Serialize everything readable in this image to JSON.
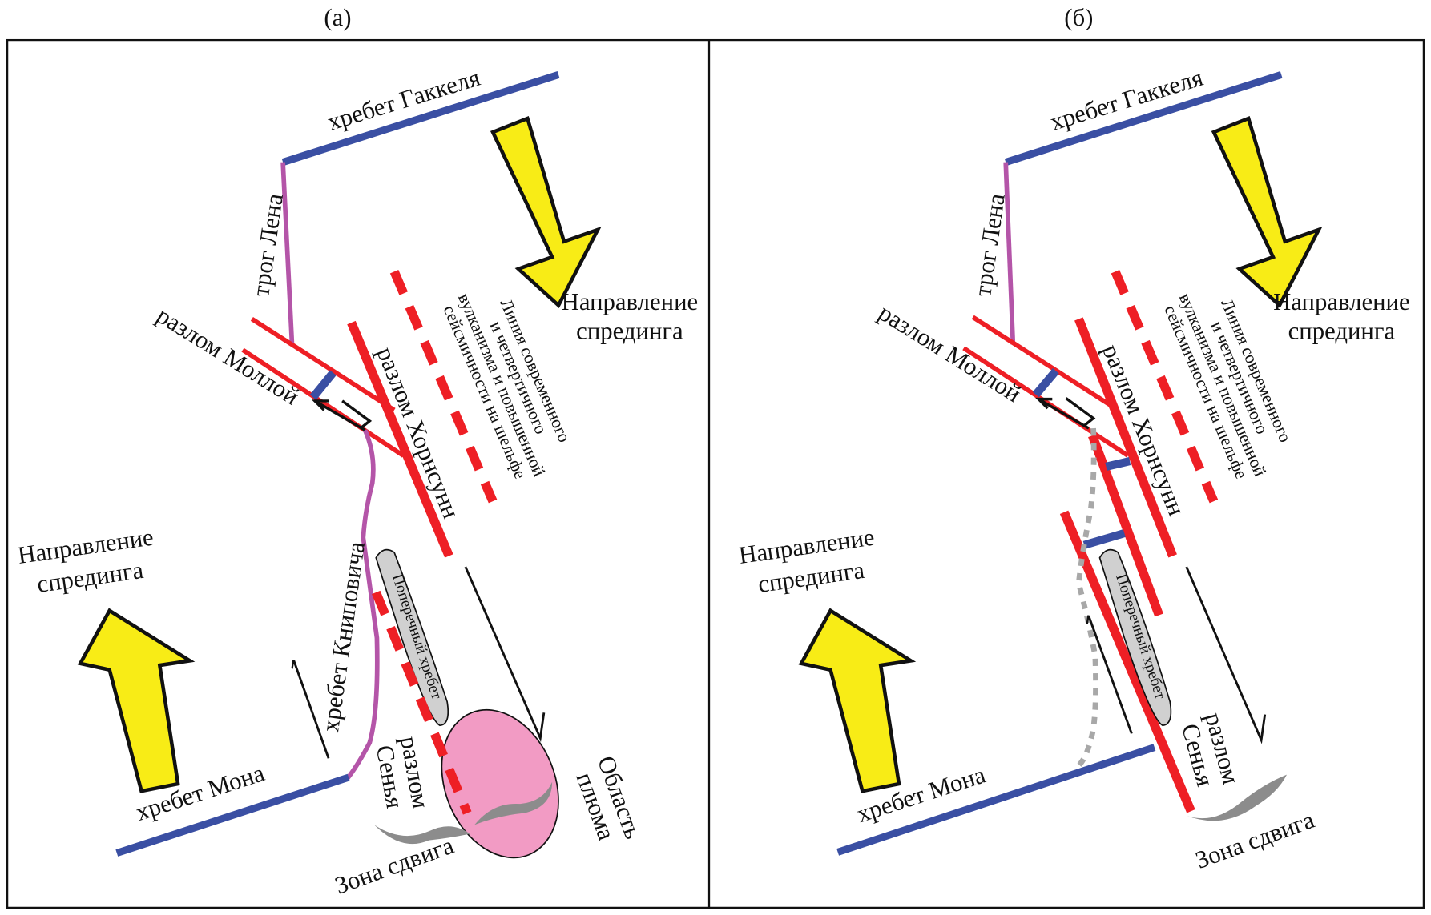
{
  "colors": {
    "ridge": "#3a4fa3",
    "trough": "#b455a8",
    "fault": "#ee1f25",
    "arrow_fill": "#f8ec16",
    "plume": "#f29bc4",
    "transverse_ridge": "#d0d0d0",
    "shear_zone": "#8c8c8c"
  },
  "panel_a": {
    "title": "(а)",
    "gakkel": "хребет Гаккеля",
    "lena": "трог Лена",
    "molloy": "разлом Моллой",
    "hornsund": "разлом Хорнсунн",
    "volcanism_line": [
      "Линия современного",
      "и четвертичного",
      "вулканизма и повышенной",
      "сейсмичности на шельфе"
    ],
    "spreading_right": [
      "Направление",
      "спрединга"
    ],
    "spreading_left": [
      "Направление",
      "спрединга"
    ],
    "knipovich": "хребет Книповича",
    "transverse": "Поперечный хребет",
    "senja": [
      "разлом",
      "Сенья"
    ],
    "mohns": "хребет Мона",
    "shear_zone": "Зона сдвига",
    "plume": [
      "Область",
      "плюма"
    ]
  },
  "panel_b": {
    "title": "(б)",
    "gakkel": "хребет Гаккеля",
    "lena": "трог Лена",
    "molloy": "разлом Моллой",
    "hornsund": "разлом Хорнсунн",
    "volcanism_line": [
      "Линия современного",
      "и четвертичного",
      "вулканизма и повышенной",
      "сейсмичности на шельфе"
    ],
    "spreading_right": [
      "Направление",
      "спрединга"
    ],
    "spreading_left": [
      "Направление",
      "спрединга"
    ],
    "transverse": "Поперечный хребет",
    "senja": [
      "разлом",
      "Сенья"
    ],
    "mohns": "хребет Мона",
    "shear_zone": "Зона сдвига"
  }
}
